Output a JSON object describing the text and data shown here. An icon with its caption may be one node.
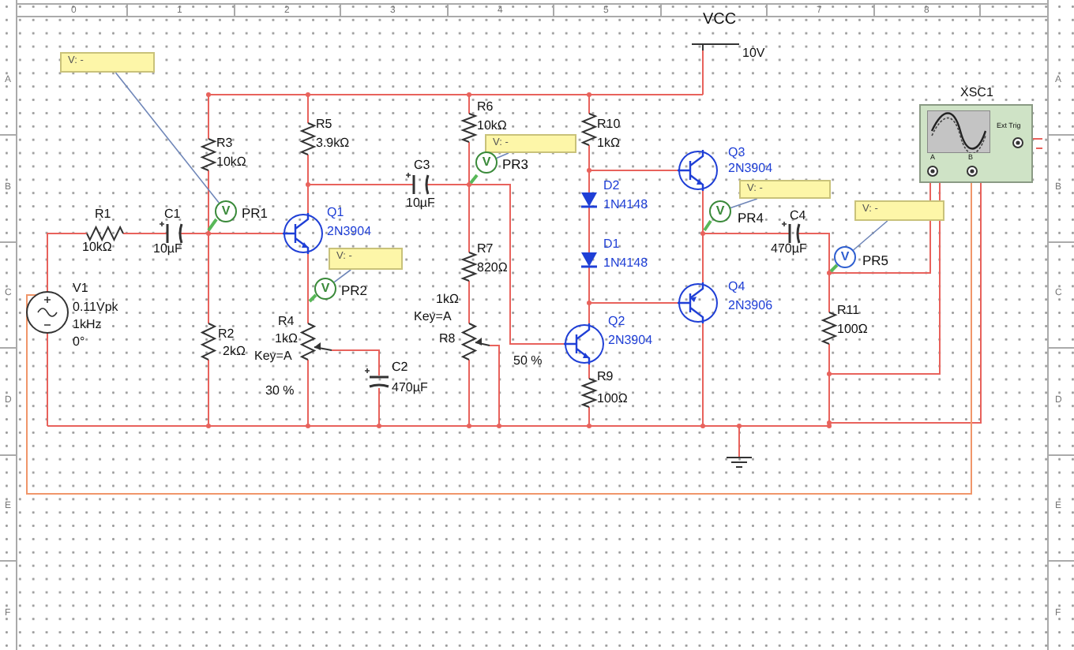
{
  "diagram": {
    "nodes": [
      {
        "text": [
          "V: -"
        ]
      },
      {
        "text": [
          "V"
        ],
        "beside": [
          "PR1"
        ]
      },
      {
        "text": [
          "V: -"
        ]
      },
      {
        "text": [
          "V"
        ],
        "beside": [
          "PR3"
        ]
      },
      {
        "text": [
          "V: -"
        ]
      },
      {
        "text": [
          "V"
        ],
        "beside": [
          "PR4"
        ]
      },
      {
        "text": [
          "V: -"
        ]
      },
      {
        "text": [
          "V"
        ],
        "beside": [
          "PR2"
        ]
      },
      {
        "text": [
          "V: -"
        ]
      },
      {
        "text": [
          "V"
        ],
        "beside": [
          "PR5"
        ]
      },
      {
        "text": [
          "XSC1",
          "Ext Trig",
          "A",
          "B"
        ]
      }
    ],
    "edges": [
      {
        "from": 0,
        "to": 1,
        "arrow": "none"
      },
      {
        "from": 2,
        "to": 3,
        "arrow": "none"
      },
      {
        "from": 4,
        "to": 5,
        "arrow": "none"
      },
      {
        "from": 6,
        "to": 7,
        "arrow": "none"
      },
      {
        "from": 8,
        "to": 9,
        "arrow": "none"
      }
    ],
    "labels": [
      "0",
      "1",
      "2",
      "3",
      "4",
      "5",
      "VCC",
      "7",
      "8",
      "10V",
      "A",
      "A",
      "R6",
      "R5",
      "10kΩ",
      "R10",
      "R3",
      "3.9kΩ",
      "1kΩ",
      "10kΩ",
      "C3",
      "10µF",
      "Q3",
      "2N3904",
      "D2",
      "1N4148",
      "B",
      "B",
      "R1",
      "10kΩ",
      "C1",
      "10µF",
      "Q1",
      "2N3904",
      "C4",
      "470µF",
      "D1",
      "1N4148",
      "R7",
      "820Ω",
      "V1",
      "0.11Vpk",
      "1kHz",
      "0°",
      "Q4",
      "2N3906",
      "C",
      "C",
      "1kΩ",
      "Key=A",
      "R8",
      "R11",
      "100Ω",
      "R4",
      "1kΩ",
      "Key=A",
      "Q2",
      "2N3904",
      "R2",
      "2kΩ",
      "50 %",
      "C2",
      "470µF",
      "R9",
      "100Ω",
      "30 %",
      "D",
      "D",
      "E",
      "E",
      "F",
      "F"
    ]
  }
}
